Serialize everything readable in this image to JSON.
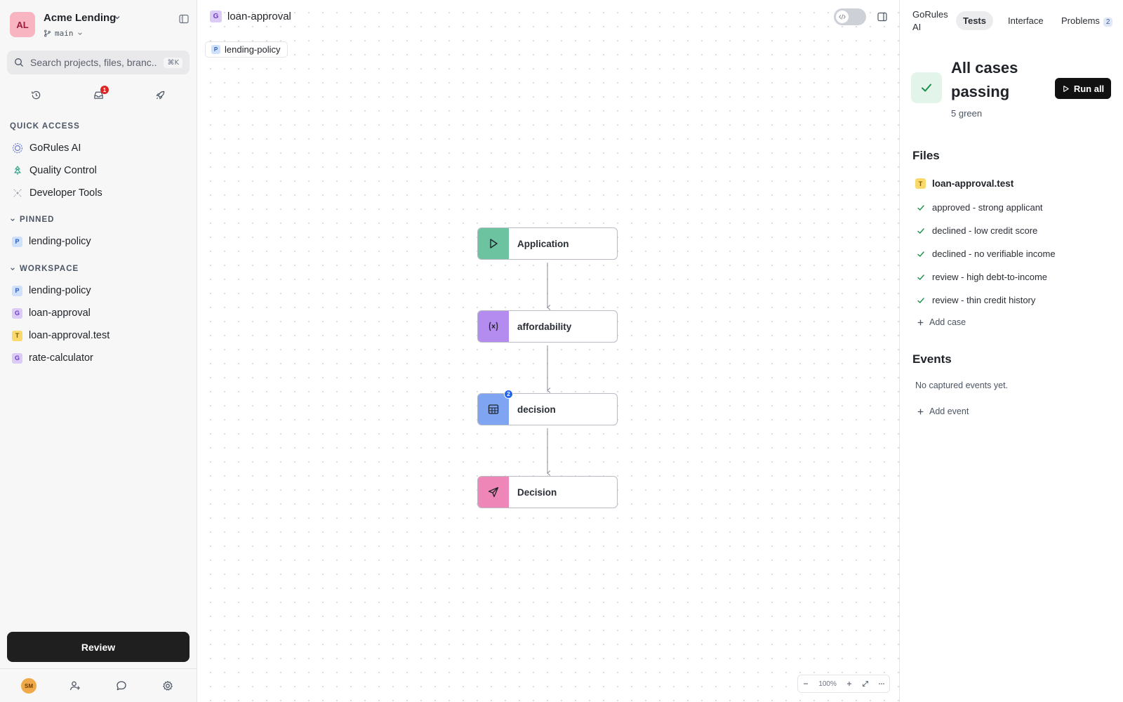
{
  "workspace": {
    "initials": "AL",
    "name": "Acme Lending",
    "branch": "main"
  },
  "search": {
    "placeholder": "Search projects, files, branc...",
    "shortcut": "⌘K"
  },
  "notifications": {
    "count": "1"
  },
  "quick_access": {
    "title": "QUICK ACCESS",
    "items": [
      {
        "label": "GoRules AI",
        "icon": "gorules-ai-icon"
      },
      {
        "label": "Quality Control",
        "icon": "quality-control-icon"
      },
      {
        "label": "Developer Tools",
        "icon": "developer-tools-icon"
      }
    ]
  },
  "pinned": {
    "title": "PINNED",
    "items": [
      {
        "label": "lending-policy",
        "badge": "P"
      }
    ]
  },
  "workspace_files": {
    "title": "WORKSPACE",
    "items": [
      {
        "label": "lending-policy",
        "badge": "P"
      },
      {
        "label": "loan-approval",
        "badge": "G"
      },
      {
        "label": "loan-approval.test",
        "badge": "T"
      },
      {
        "label": "rate-calculator",
        "badge": "G"
      }
    ]
  },
  "review_label": "Review",
  "user": {
    "initials": "SM"
  },
  "canvas": {
    "file_badge": "G",
    "title": "loan-approval",
    "breadcrumb": {
      "badge": "P",
      "label": "lending-policy"
    },
    "zoom": "100%",
    "nodes": [
      {
        "label": "Application",
        "color": "#6cc3a0",
        "icon": "play-icon"
      },
      {
        "label": "affordability",
        "color": "#b48cf0",
        "icon": "function-icon"
      },
      {
        "label": "decision",
        "color": "#7fa4f2",
        "icon": "table-icon",
        "badge": "2"
      },
      {
        "label": "Decision",
        "color": "#ef86b8",
        "icon": "send-icon"
      }
    ]
  },
  "right_panel": {
    "tabs": [
      {
        "label": "GoRules\nAI"
      },
      {
        "label": "Tests",
        "active": true
      },
      {
        "label": "Interface"
      },
      {
        "label": "Problems",
        "count": "2"
      }
    ],
    "status": {
      "title": "All cases passing",
      "subtitle": "5 green"
    },
    "run_all_label": "Run all",
    "files_heading": "Files",
    "test_file": {
      "badge": "T",
      "name": "loan-approval.test"
    },
    "cases": [
      "approved - strong applicant",
      "declined - low credit score",
      "declined - no verifiable income",
      "review - high debt-to-income",
      "review - thin credit history"
    ],
    "add_case_label": "Add case",
    "events_heading": "Events",
    "events_empty": "No captured events yet.",
    "add_event_label": "Add event"
  }
}
